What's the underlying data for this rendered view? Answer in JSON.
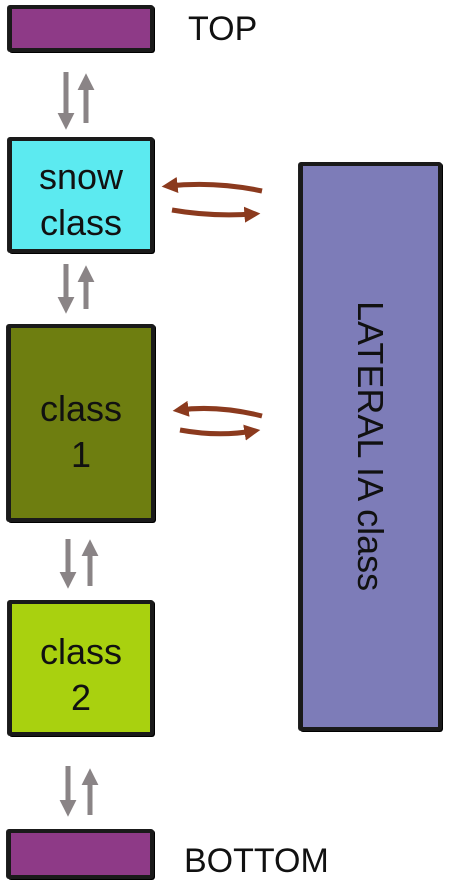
{
  "labels": {
    "top": "TOP",
    "bottom": "BOTTOM",
    "snow": "snow\nclass",
    "class1": "class\n1",
    "class2": "class\n2",
    "lateral": "LATERAL IA class"
  },
  "colors": {
    "top_bottom_bar": "#8e3a87",
    "snow_class": "#5ceaf0",
    "class_1": "#6e7e10",
    "class_2": "#a9d10f",
    "lateral_ia_class": "#7d7cb8",
    "vertical_arrows": "#8a8486",
    "lateral_arrows": "#8b3a1e"
  }
}
